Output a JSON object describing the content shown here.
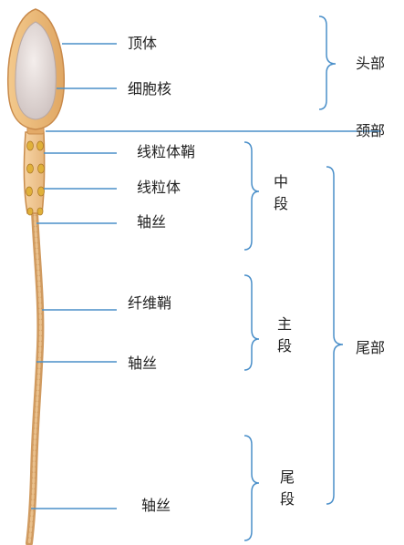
{
  "labels": {
    "acrosome": "顶体",
    "nucleus": "细胞核",
    "mito_sheath": "线粒体鞘",
    "mitochondria": "线粒体",
    "axoneme_mid": "轴丝",
    "fiber_sheath": "纤维鞘",
    "axoneme_principal": "轴丝",
    "axoneme_end": "轴丝"
  },
  "regions": {
    "head": "头部",
    "neck": "颈部",
    "tail": "尾部"
  },
  "segments": {
    "middle": [
      "中",
      "段"
    ],
    "principal": [
      "主",
      "段"
    ],
    "end": [
      "尾",
      "段"
    ]
  },
  "colors": {
    "leader": "#4a8fc9",
    "brace": "#4a8fc9",
    "head_outer": "#e9b679",
    "head_inner": "#d9cfcd",
    "midpiece": "#f2cc9b",
    "mitochondria": "#e2b23a",
    "tail": "#d9a56d"
  }
}
